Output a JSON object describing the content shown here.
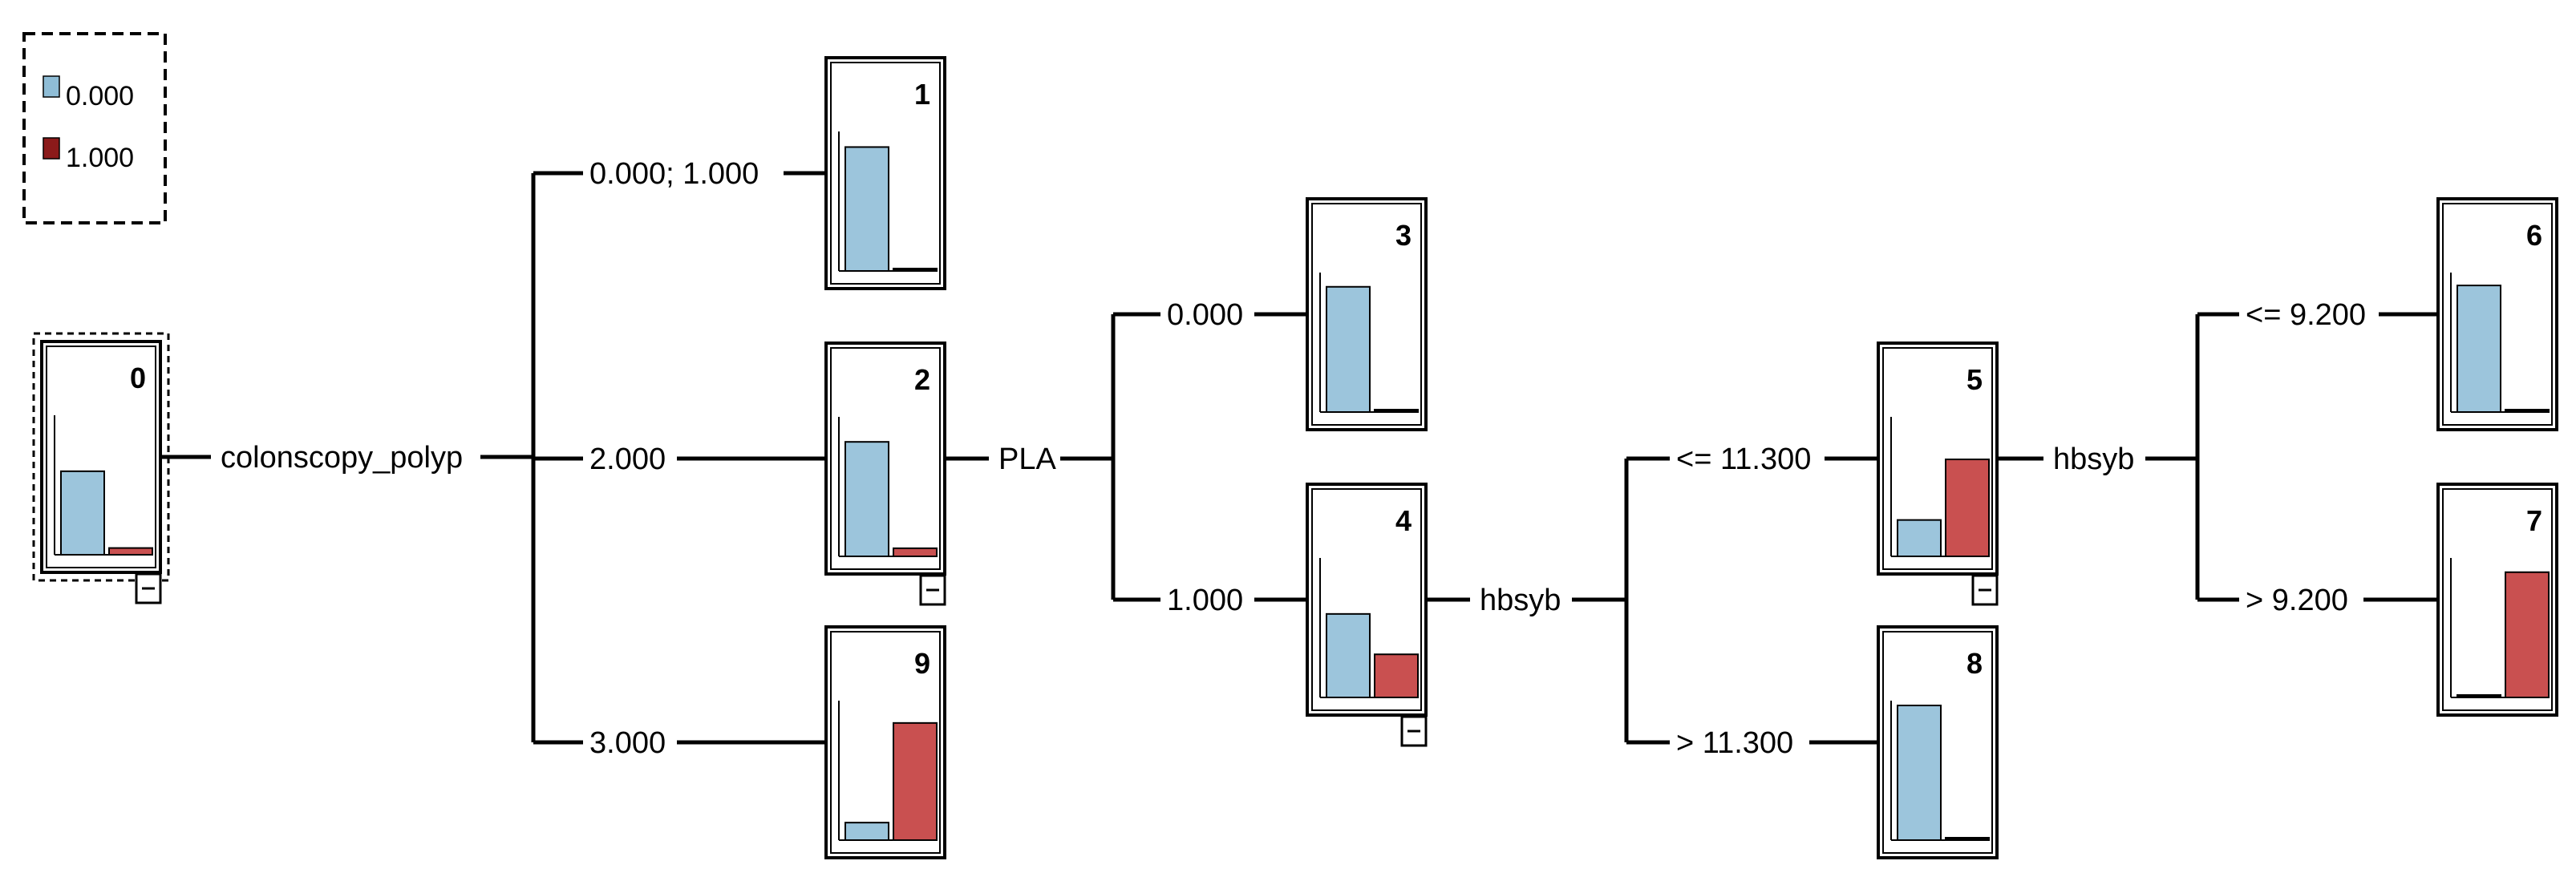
{
  "legend": [
    {
      "label": "0.000",
      "color": "#8fbdd6"
    },
    {
      "label": "1.000",
      "color": "#8b1a1a"
    }
  ],
  "colors": {
    "class0": "#9cc5dc",
    "class1": "#c95050"
  },
  "nodes": [
    {
      "id": "0",
      "bars": [
        0.62,
        0.05
      ],
      "collapse": true,
      "selected": true
    },
    {
      "id": "1",
      "bars": [
        0.92,
        0.0
      ],
      "collapse": false
    },
    {
      "id": "2",
      "bars": [
        0.85,
        0.06
      ],
      "collapse": true
    },
    {
      "id": "3",
      "bars": [
        0.93,
        0.0
      ],
      "collapse": false
    },
    {
      "id": "4",
      "bars": [
        0.62,
        0.32
      ],
      "collapse": true
    },
    {
      "id": "5",
      "bars": [
        0.27,
        0.72
      ],
      "collapse": true
    },
    {
      "id": "6",
      "bars": [
        0.94,
        0.0
      ],
      "collapse": false
    },
    {
      "id": "7",
      "bars": [
        0.0,
        0.93
      ],
      "collapse": false
    },
    {
      "id": "8",
      "bars": [
        1.0,
        0.0
      ],
      "collapse": false
    },
    {
      "id": "9",
      "bars": [
        0.13,
        0.87
      ],
      "collapse": false
    }
  ],
  "splits": [
    {
      "parent": "0",
      "variable": "colonscopy_polyp",
      "branches": [
        {
          "label": "0.000; 1.000",
          "child": "1"
        },
        {
          "label": "2.000",
          "child": "2"
        },
        {
          "label": "3.000",
          "child": "9"
        }
      ]
    },
    {
      "parent": "2",
      "variable": "PLA",
      "branches": [
        {
          "label": "0.000",
          "child": "3"
        },
        {
          "label": "1.000",
          "child": "4"
        }
      ]
    },
    {
      "parent": "4",
      "variable": "hbsyb",
      "branches": [
        {
          "label": "<= 11.300",
          "child": "5"
        },
        {
          "label": "> 11.300",
          "child": "8"
        }
      ]
    },
    {
      "parent": "5",
      "variable": "hbsyb",
      "branches": [
        {
          "label": "<= 9.200",
          "child": "6"
        },
        {
          "label": "> 9.200",
          "child": "7"
        }
      ]
    }
  ]
}
